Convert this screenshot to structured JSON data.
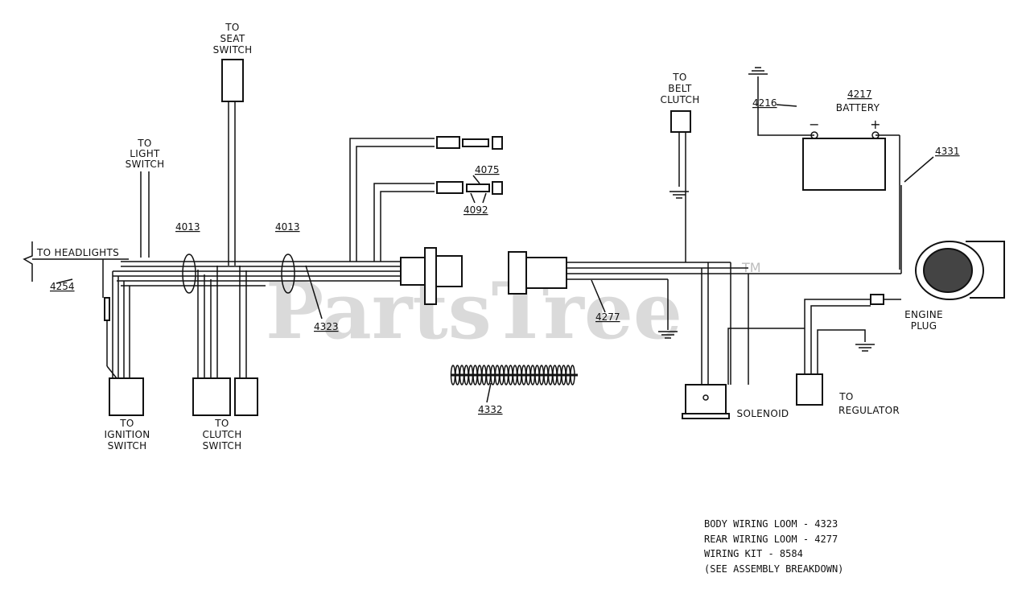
{
  "watermark": {
    "text": "PartsTree",
    "tm": "TM"
  },
  "labels": {
    "to_seat_switch": [
      "TO",
      "SEAT",
      "SWITCH"
    ],
    "to_light_switch": [
      "TO",
      "LIGHT",
      "SWITCH"
    ],
    "to_headlights": "TO HEADLIGHTS",
    "to_ignition_switch": [
      "TO",
      "IGNITION",
      "SWITCH"
    ],
    "to_clutch_switch": [
      "TO",
      "CLUTCH",
      "SWITCH"
    ],
    "to_belt_clutch": [
      "TO",
      "BELT",
      "CLUTCH"
    ],
    "battery": "BATTERY",
    "battery_minus": "−",
    "battery_plus": "+",
    "engine_plug": [
      "ENGINE",
      "PLUG"
    ],
    "solenoid": "SOLENOID",
    "to_regulator": [
      "TO",
      "REGULATOR"
    ]
  },
  "parts": {
    "p4254": "4254",
    "p4013a": "4013",
    "p4013b": "4013",
    "p4323": "4323",
    "p4075": "4075",
    "p4092": "4092",
    "p4332": "4332",
    "p4277": "4277",
    "p4216": "4216",
    "p4217": "4217",
    "p4331": "4331"
  },
  "legend": [
    "BODY WIRING LOOM - 4323",
    "REAR WIRING LOOM - 4277",
    "WIRING KIT - 8584",
    "(SEE ASSEMBLY BREAKDOWN)"
  ]
}
